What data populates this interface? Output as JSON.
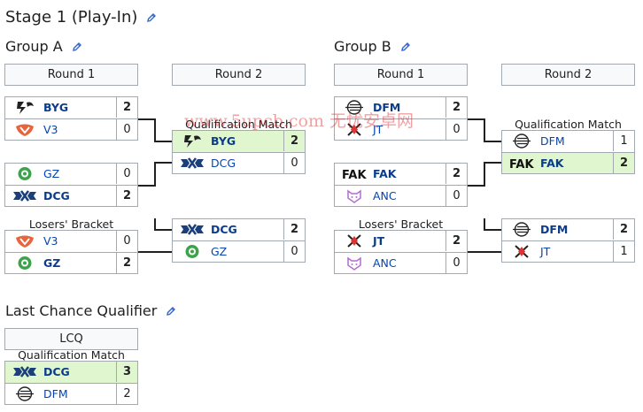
{
  "stage": {
    "title": "Stage 1 (Play-In)",
    "edit_icon": "pencil-icon"
  },
  "group_a": {
    "title": "Group A",
    "round1_header": "Round 1",
    "round2_header": "Round 2",
    "qualification_label": "Qualification Match",
    "losers_label": "Losers' Bracket",
    "r1_m1": {
      "team1": "BYG",
      "score1": "2",
      "team2": "V3",
      "score2": "0"
    },
    "r1_m2": {
      "team1": "GZ",
      "score1": "0",
      "team2": "DCG",
      "score2": "2"
    },
    "r2_qual": {
      "team1": "BYG",
      "score1": "2",
      "team2": "DCG",
      "score2": "0"
    },
    "lb_m1": {
      "team1": "V3",
      "score1": "0",
      "team2": "GZ",
      "score2": "2"
    },
    "lb_m2": {
      "team1": "DCG",
      "score1": "2",
      "team2": "GZ",
      "score2": "0"
    }
  },
  "group_b": {
    "title": "Group B",
    "round1_header": "Round 1",
    "round2_header": "Round 2",
    "qualification_label": "Qualification Match",
    "losers_label": "Losers' Bracket",
    "r1_m1": {
      "team1": "DFM",
      "score1": "2",
      "team2": "JT",
      "score2": "0"
    },
    "r1_m2": {
      "team1": "FAK",
      "score1": "2",
      "team2": "ANC",
      "score2": "0"
    },
    "r2_qual": {
      "team1": "DFM",
      "score1": "1",
      "team2": "FAK",
      "score2": "2"
    },
    "lb_m1": {
      "team1": "JT",
      "score1": "2",
      "team2": "ANC",
      "score2": "0"
    },
    "lb_m2": {
      "team1": "DFM",
      "score1": "2",
      "team2": "JT",
      "score2": "1"
    }
  },
  "lcq": {
    "title": "Last Chance Qualifier",
    "header": "LCQ",
    "qualification_label": "Qualification Match",
    "match": {
      "team1": "DCG",
      "score1": "3",
      "team2": "DFM",
      "score2": "2"
    }
  },
  "watermark": "www.5upcb.com 无忧安卓网",
  "colors": {
    "link": "#0645ad",
    "winner_bg": "#e0f6cf",
    "header_bg": "#f8f9fa",
    "border": "#a2a9b1"
  }
}
